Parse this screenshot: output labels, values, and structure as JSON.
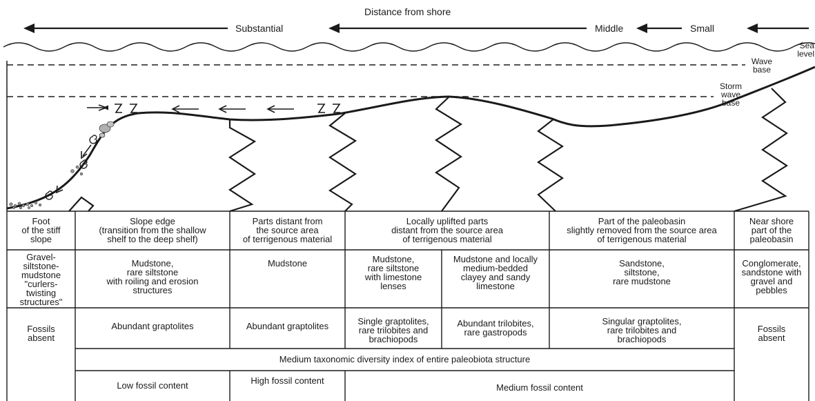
{
  "header": {
    "title": "Distance from shore",
    "substantial": "Substantial",
    "middle": "Middle",
    "small": "Small"
  },
  "levels": {
    "sea": "Sea\nlevel",
    "wave_base": "Wave\nbase",
    "storm_wave_base": "Storm\nwave\nbase"
  },
  "columns": [
    {
      "zone": "Foot\nof the stiff\nslope",
      "lithology": "Gravel-\nsiltstone-\nmudstone\n\"curlers-\ntwisting\nstructures\"",
      "fossils": "Fossils\nabsent"
    },
    {
      "zone": "Slope edge\n(transition from the shallow\nshelf to the deep shelf)",
      "lithology": "Mudstone,\nrare siltstone\nwith roiling and erosion\nstructures",
      "fossils": "Abundant graptolites"
    },
    {
      "zone": "Parts distant from\nthe source area\nof terrigenous material",
      "lithology": "Mudstone",
      "fossils": "Abundant graptolites"
    },
    {
      "zone": "Locally uplifted parts\ndistant from the source area\nof terrigenous material",
      "lithology_a": "Mudstone,\nrare siltstone\nwith limestone\nlenses",
      "lithology_b": "Mudstone and locally\nmedium-bedded\nclayey and sandy\nlimestone",
      "fossils_a": "Single graptolites,\nrare trilobites and\nbrachiopods",
      "fossils_b": "Abundant trilobites,\nrare gastropods"
    },
    {
      "zone": "Part of the paleobasin\nslightly removed from the source area\nof terrigenous material",
      "lithology": "Sandstone,\nsiltstone,\nrare mudstone",
      "fossils": "Singular graptolites,\nrare trilobites and\nbrachiopods"
    },
    {
      "zone": "Near shore\npart of the\npaleobasin",
      "lithology": "Conglomerate,\nsandstone with\ngravel and\npebbles",
      "fossils": "Fossils\nabsent"
    }
  ],
  "diversity": "Medium taxonomic diversity index of entire paleobiota structure",
  "content": {
    "low": "Low fossil content",
    "high": "High fossil content",
    "medium": "Medium fossil content"
  }
}
